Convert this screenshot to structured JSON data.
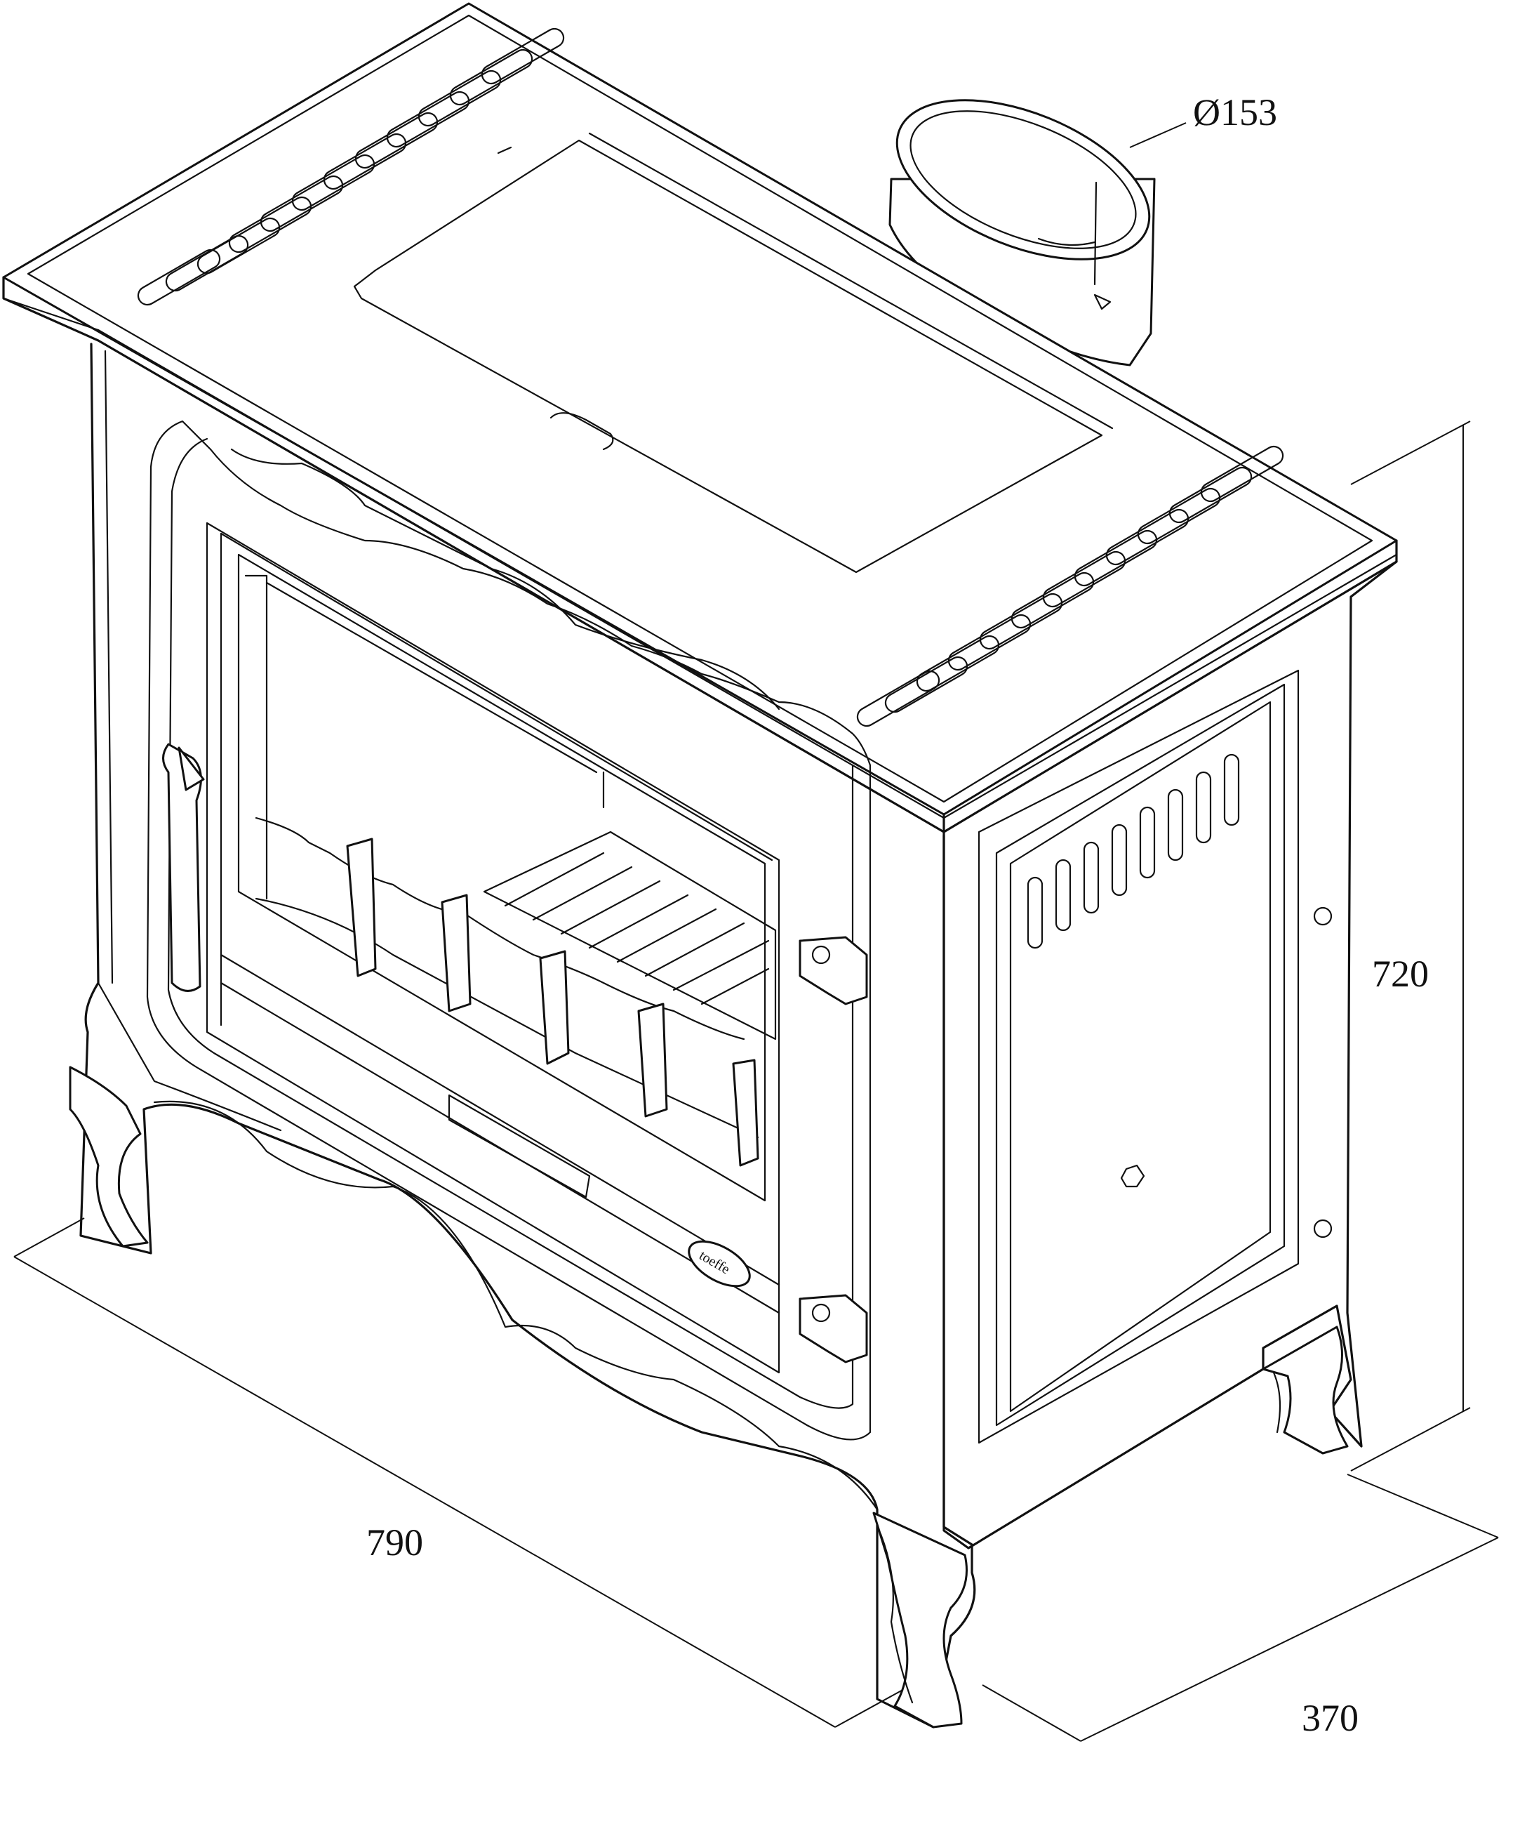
{
  "dimensions": {
    "flue_diameter": "Ø153",
    "height": "720",
    "width": "790",
    "depth": "370"
  },
  "badge_text": "toeffe",
  "colors": {
    "line": "#111111",
    "background": "#ffffff"
  }
}
